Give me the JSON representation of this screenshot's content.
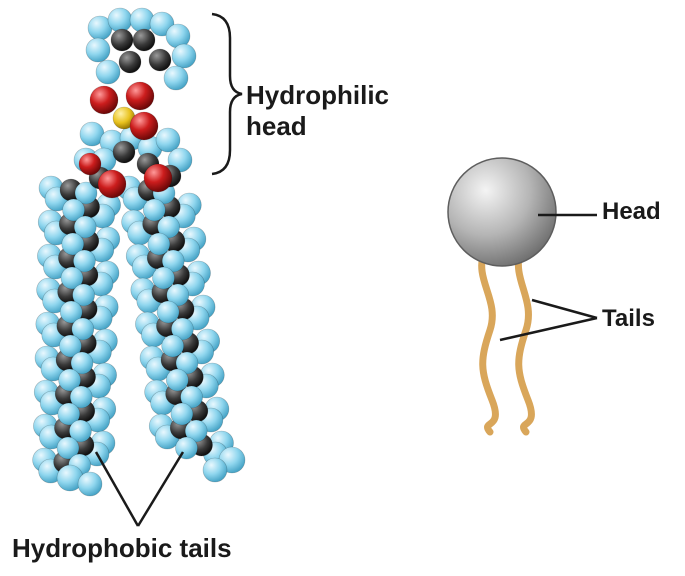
{
  "labels": {
    "hydrophilic_line1": "Hydrophilic",
    "hydrophilic_line2": "head",
    "hydrophobic": "Hydrophobic tails",
    "head": "Head",
    "tails": "Tails"
  },
  "colors": {
    "hydrogen": "#8fd6ee",
    "carbon": "#3a3a3a",
    "oxygen": "#cc1d1d",
    "phosphorus": "#e8c21e",
    "head_sphere": "#b5b5b5",
    "tail_line": "#d9a65a",
    "text": "#1a1a1a"
  }
}
